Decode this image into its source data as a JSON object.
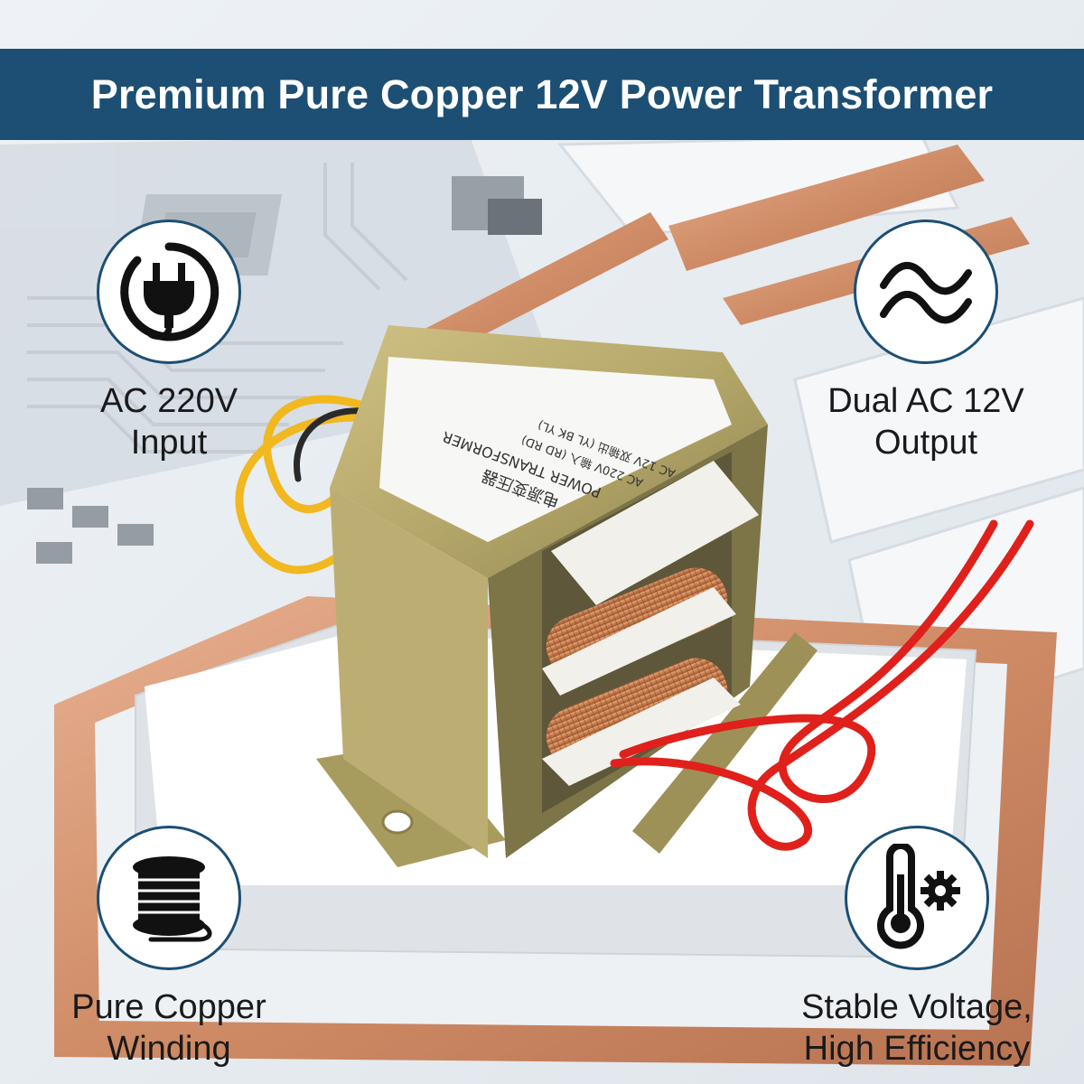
{
  "banner": {
    "title": "Premium Pure Copper 12V Power Transformer"
  },
  "features": [
    {
      "icon": "power-plug-icon",
      "line1": "AC 220V",
      "line2": "Input"
    },
    {
      "icon": "ac-wave-icon",
      "line1": "Dual AC 12V",
      "line2": "Output"
    },
    {
      "icon": "copper-wire-spool-icon",
      "line1": "Pure Copper",
      "line2": "Winding"
    },
    {
      "icon": "thermometer-gear-icon",
      "line1": "Stable Voltage,",
      "line2": "High Efficiency"
    }
  ],
  "product_label": {
    "line1": "电源变压器",
    "line2": "POWER TRANSFORMER",
    "line3": "AC 220V 输入 (RD RD)",
    "line4": "AC 12V 双输出 (YL BK YL)"
  },
  "colors": {
    "banner": "#1c4f73",
    "icon_ring": "#1c4f73",
    "copper": "#c9835a",
    "red_wire": "#e0201b",
    "yellow_wire": "#f1b81f"
  }
}
